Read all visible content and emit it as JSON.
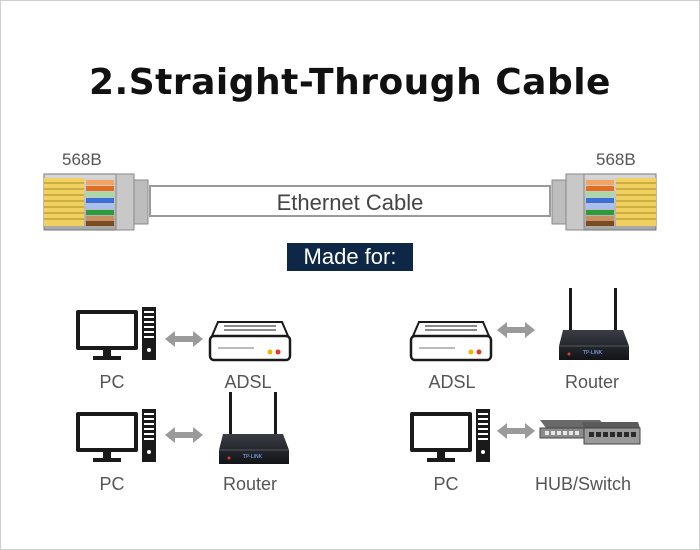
{
  "title": "2.Straight-Through Cable",
  "cable": {
    "left_standard": "568B",
    "right_standard": "568B",
    "label": "Ethernet Cable"
  },
  "made_for": "Made for:",
  "connections": [
    {
      "from": "PC",
      "to": "ADSL"
    },
    {
      "from": "ADSL",
      "to": "Router"
    },
    {
      "from": "PC",
      "to": "Router"
    },
    {
      "from": "PC",
      "to": "HUB/Switch"
    }
  ],
  "colors": {
    "title": "#111111",
    "badge_bg": "#0f2747",
    "router_led": "#e03a2a",
    "adsl_led": "#f2b400"
  },
  "icons": [
    "pc-icon",
    "adsl-modem-icon",
    "router-icon",
    "hub-switch-icon",
    "double-arrow-icon",
    "rj45-connector-icon"
  ]
}
